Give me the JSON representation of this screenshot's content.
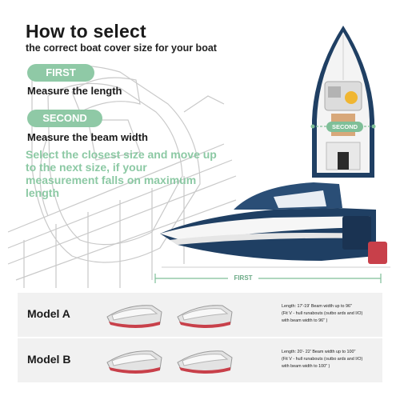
{
  "header": {
    "title": "How to select",
    "subtitle": "the correct boat cover size for your boat"
  },
  "steps": [
    {
      "badge": "FIRST",
      "text": "Measure the length"
    },
    {
      "badge": "SECOND",
      "text": "Measure the beam width"
    }
  ],
  "note": "Select the closest size and move up to the next size, if your measurement falls on maximum length",
  "diagram": {
    "length_marker": "FIRST",
    "beam_marker": "SECOND"
  },
  "models": [
    {
      "name": "Model A",
      "spec_lines": [
        "Length: 17'-19' Beam width up to 96\"",
        "(Fit V - hull runabouts (outbo ards and I/O)",
        "with beam width to 96\" )"
      ]
    },
    {
      "name": "Model B",
      "spec_lines": [
        "Length: 20'- 22' Beam width up to 100\"",
        "(Fit V - hull runabouts (outbo ards and I/O)",
        "with beam width to 100\" )"
      ]
    }
  ],
  "colors": {
    "accent": "#8fc9a6",
    "hull_navy": "#1f3f63",
    "hull_red": "#c8404a",
    "row_bg": "#f1f1f1"
  }
}
